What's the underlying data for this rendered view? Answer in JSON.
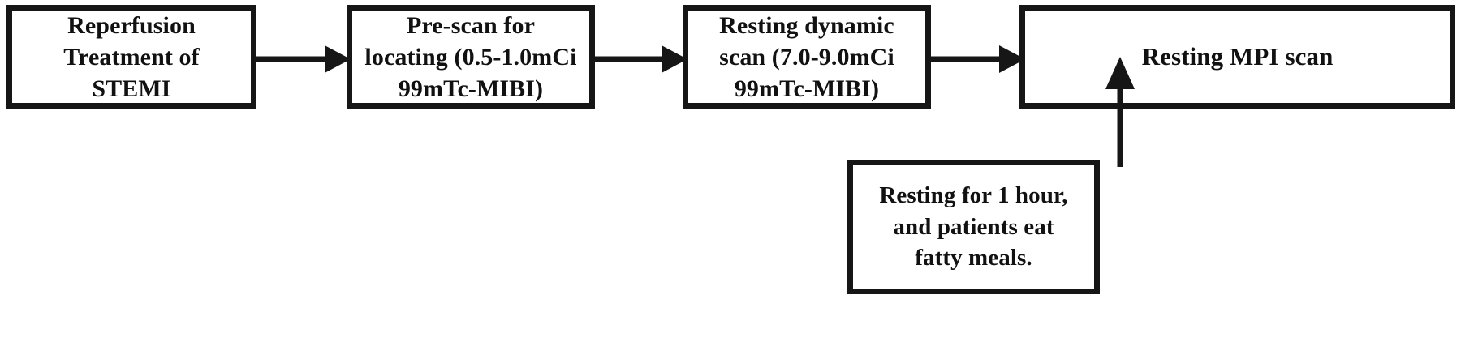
{
  "figure": {
    "type": "flowchart",
    "orientation": "left-to-right",
    "background_color": "#ffffff",
    "line_color": "#161616",
    "text_color": "#111111"
  },
  "nodes": [
    {
      "id": "reperfusion",
      "name": "reperfusion-treatment-box",
      "label": "Reperfusion\nTreatment of\nSTEMI",
      "lines": [
        "Reperfusion",
        "Treatment of",
        "STEMI"
      ]
    },
    {
      "id": "prescan",
      "name": "pre-scan-locating-box",
      "label": "Pre-scan for\nlocating (0.5-1.0mCi\n99mTc-MIBI)",
      "lines": [
        "Pre-scan for",
        "locating (0.5-1.0mCi",
        "99mTc-MIBI)"
      ],
      "tracer": "99mTc-MIBI",
      "dose": "0.5-1.0mCi"
    },
    {
      "id": "dynamic_scan",
      "name": "resting-dynamic-scan-box",
      "label": "Resting dynamic\nscan (7.0-9.0mCi\n99mTc-MIBI)",
      "lines": [
        "Resting dynamic",
        "scan (7.0-9.0mCi",
        "99mTc-MIBI)"
      ],
      "tracer": "99mTc-MIBI",
      "dose": "7.0-9.0mCi"
    },
    {
      "id": "resting_mpi",
      "name": "resting-mpi-scan-box",
      "label": "Resting MPI scan",
      "lines": [
        "Resting MPI scan"
      ]
    },
    {
      "id": "rest_fatty_meal",
      "name": "resting-fatty-meal-box",
      "label": "Resting for 1 hour,\nand patients eat\nfatty meals.",
      "lines": [
        "Resting for 1 hour,",
        "and patients eat",
        "fatty meals."
      ],
      "duration": "1 hour"
    }
  ],
  "edges": [
    {
      "id": "edge_1_2",
      "name": "arrow-reperfusion-to-prescan",
      "from": "reperfusion",
      "to": "prescan",
      "direction": "right"
    },
    {
      "id": "edge_2_3",
      "name": "arrow-prescan-to-dynamic-scan",
      "from": "prescan",
      "to": "dynamic_scan",
      "direction": "right"
    },
    {
      "id": "edge_3_4",
      "name": "arrow-dynamic-scan-to-resting-mpi",
      "from": "dynamic_scan",
      "to": "resting_mpi",
      "direction": "right"
    },
    {
      "id": "edge_meal_up",
      "name": "arrow-fatty-meal-to-flow",
      "from": "rest_fatty_meal",
      "to": "resting_mpi",
      "direction": "up"
    }
  ]
}
